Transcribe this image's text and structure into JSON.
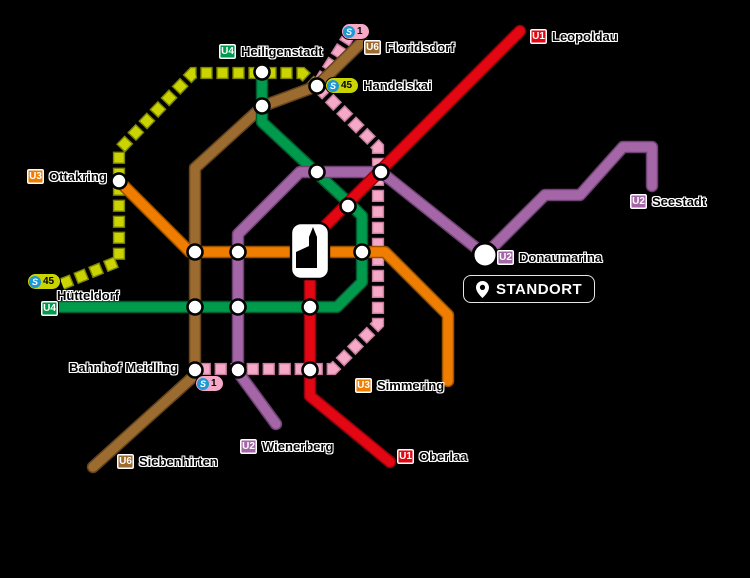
{
  "colors": {
    "background": "#000000",
    "u1": "#e30613",
    "u1_dark": "#8f040c",
    "u2": "#a566a8",
    "u2_dark": "#6e4272",
    "u3": "#ee7d00",
    "u3_dark": "#9a5100",
    "u4": "#009a4d",
    "u4_dark": "#005c2e",
    "u6": "#9c6b2f",
    "u6_dark": "#63441e",
    "s45": "#c9d400",
    "s45_dark": "#7f8600",
    "sbahn": "#f5a9c6",
    "sbahn_dark": "#c77d9e",
    "sbahn_logo": "#1f97d4",
    "station_fill": "#ffffff",
    "station_stroke": "#000000",
    "label_text": "#000000",
    "label_halo": "#ffffff",
    "standort_bg": "#000000",
    "standort_text": "#ffffff"
  },
  "badges": {
    "u1": "U1",
    "u2": "U2",
    "u3": "U3",
    "u4": "U4",
    "u6": "U6",
    "s_logo": "S",
    "s45": "45",
    "s1": "1"
  },
  "labels": {
    "leopoldau": "Leopoldau",
    "heiligenstadt": "Heiligenstadt",
    "floridsdorf": "Floridsdorf",
    "handelskai": "Handelskai",
    "ottakring": "Ottakring",
    "seestadt": "Seestadt",
    "donaumarina": "Donaumarina",
    "standort": "STANDORT",
    "huetteldorf": "Hütteldorf",
    "bahnhof_meidling": "Bahnhof Meidling",
    "siebenhirten": "Siebenhirten",
    "wienerberg": "Wienerberg",
    "oberlaa": "Oberlaa",
    "simmering": "Simmering"
  }
}
